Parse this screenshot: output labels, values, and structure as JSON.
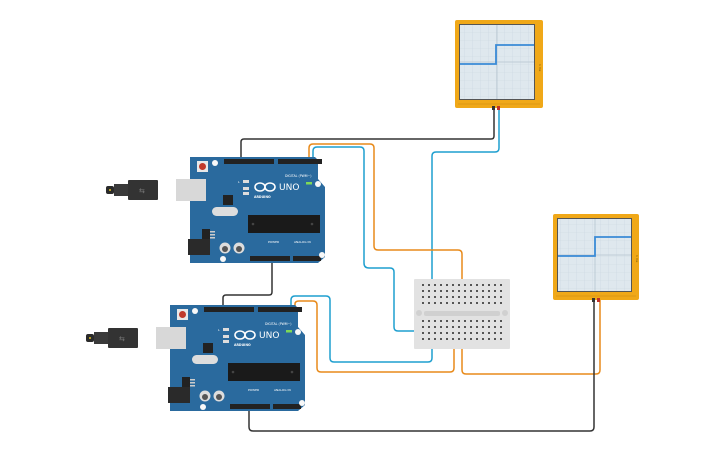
{
  "canvas": {
    "background": "#ffffff"
  },
  "components": {
    "arduino_top": {
      "brand": "ARDUINO",
      "model": "UNO",
      "header_digital": "DIGITAL (PWM~)",
      "header_power": "POWER",
      "header_analog": "ANALOG IN",
      "led_l": "L",
      "led_tx": "TX",
      "led_rx": "RX",
      "led_on": "ON"
    },
    "arduino_bottom": {
      "brand": "ARDUINO",
      "model": "UNO",
      "header_digital": "DIGITAL (PWM~)",
      "header_power": "POWER",
      "header_analog": "ANALOG IN",
      "led_l": "L",
      "led_tx": "TX",
      "led_rx": "RX",
      "led_on": "ON"
    },
    "oscilloscope_top": {
      "label": "1 ms",
      "signal": "step-high"
    },
    "oscilloscope_right": {
      "label": "1 ms",
      "signal": "step-high"
    },
    "breadboard": {
      "type": "mini"
    }
  },
  "colors": {
    "board_blue": "#2a6a9e",
    "scope_frame": "#f0a818",
    "scope_screen": "#dfe8ee",
    "trace": "#3a8ad6",
    "wire_black": "#333333",
    "wire_orange": "#e88a1a",
    "wire_blue": "#1f9fcf",
    "breadboard": "#e2e2e2"
  }
}
